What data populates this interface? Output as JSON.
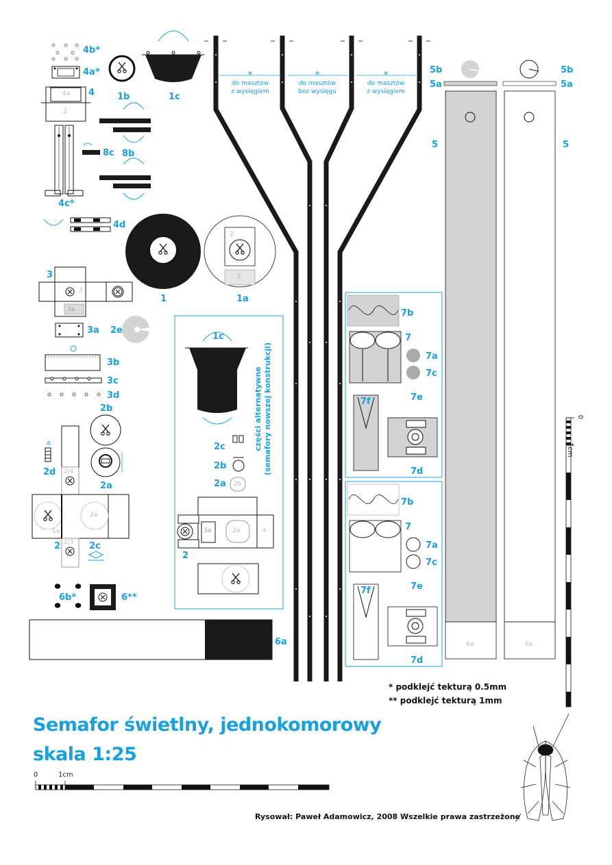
{
  "labels": {
    "l4b": "4b*",
    "l4a": "4a*",
    "l4": "4",
    "l1b": "1b",
    "l1c": "1c",
    "l8c": "8c",
    "l8b": "8b",
    "l4c": "4c*",
    "l4d": "4d",
    "l3": "3",
    "l1": "1",
    "l1a": "1a",
    "l3a": "3a",
    "l2e": "2e",
    "l3b": "3b",
    "l3c": "3c",
    "l3d": "3d",
    "l2b": "2b",
    "l2d": "2d",
    "l2a": "2a",
    "l2": "2",
    "l2c": "2c",
    "l6b": "6b*",
    "l6": "6**",
    "l6a": "6a",
    "l5b_left": "5b",
    "l5a_left": "5a",
    "l5_left": "5",
    "l5b_right": "5b",
    "l5a_right": "5a",
    "l5_right": "5",
    "l7b_1": "7b",
    "l7_1": "7",
    "l7a_1": "7a",
    "l7c_1": "7c",
    "l7e_1": "7e",
    "l7f_1": "7f",
    "l7d_1": "7d",
    "l7b_2": "7b",
    "l7_2": "7",
    "l7a_2": "7a",
    "l7c_2": "7c",
    "l7e_2": "7e",
    "l7f_2": "7f",
    "l7d_2": "7d",
    "alt_1c": "1c",
    "alt_2c": "2c",
    "alt_2b": "2b",
    "alt_2a": "2a",
    "alt_2": "2"
  },
  "part_marks": {
    "p4a": "4a",
    "p2": "2",
    "p2s": "2",
    "p3a": "3a",
    "p2_3": "2",
    "p3": "3",
    "p2_4": "2/4",
    "p2_3b": "2/3",
    "p2a": "2a",
    "p1a": "1a",
    "alt_3a": "3a",
    "alt_2a": "2a",
    "alt_4": "4",
    "alt_2b": "2b",
    "p6a_left": "6a",
    "p6a_right": "6a"
  },
  "masts": [
    {
      "star": "*",
      "line1": "do masztów",
      "line2": "z wysięgiem"
    },
    {
      "star": "*",
      "line1": "do masztów",
      "line2": "bez wysięgu"
    },
    {
      "star": "*",
      "line1": "do masztów",
      "line2": "z wysięgiem"
    }
  ],
  "alt_parts_note": {
    "line1": "części alternatywne",
    "line2": "(semafory nowszej konstrukcji)"
  },
  "notes": {
    "n1": "*   podklejć tekturą 0.5mm",
    "n2": "**  podklejć tekturą 1mm"
  },
  "title": {
    "line1": "Semafor świetlny, jednokomorowy",
    "line2": "skala 1:25"
  },
  "scale": {
    "zero": "0",
    "one": "1cm"
  },
  "credit": "Rysował: Paweł Adamowicz, 2008     Wszelkie prawa zastrzeżone",
  "colors": {
    "accent": "#1aa0dc",
    "ink": "#1a1a1a",
    "grey": "#d3d3d3"
  }
}
